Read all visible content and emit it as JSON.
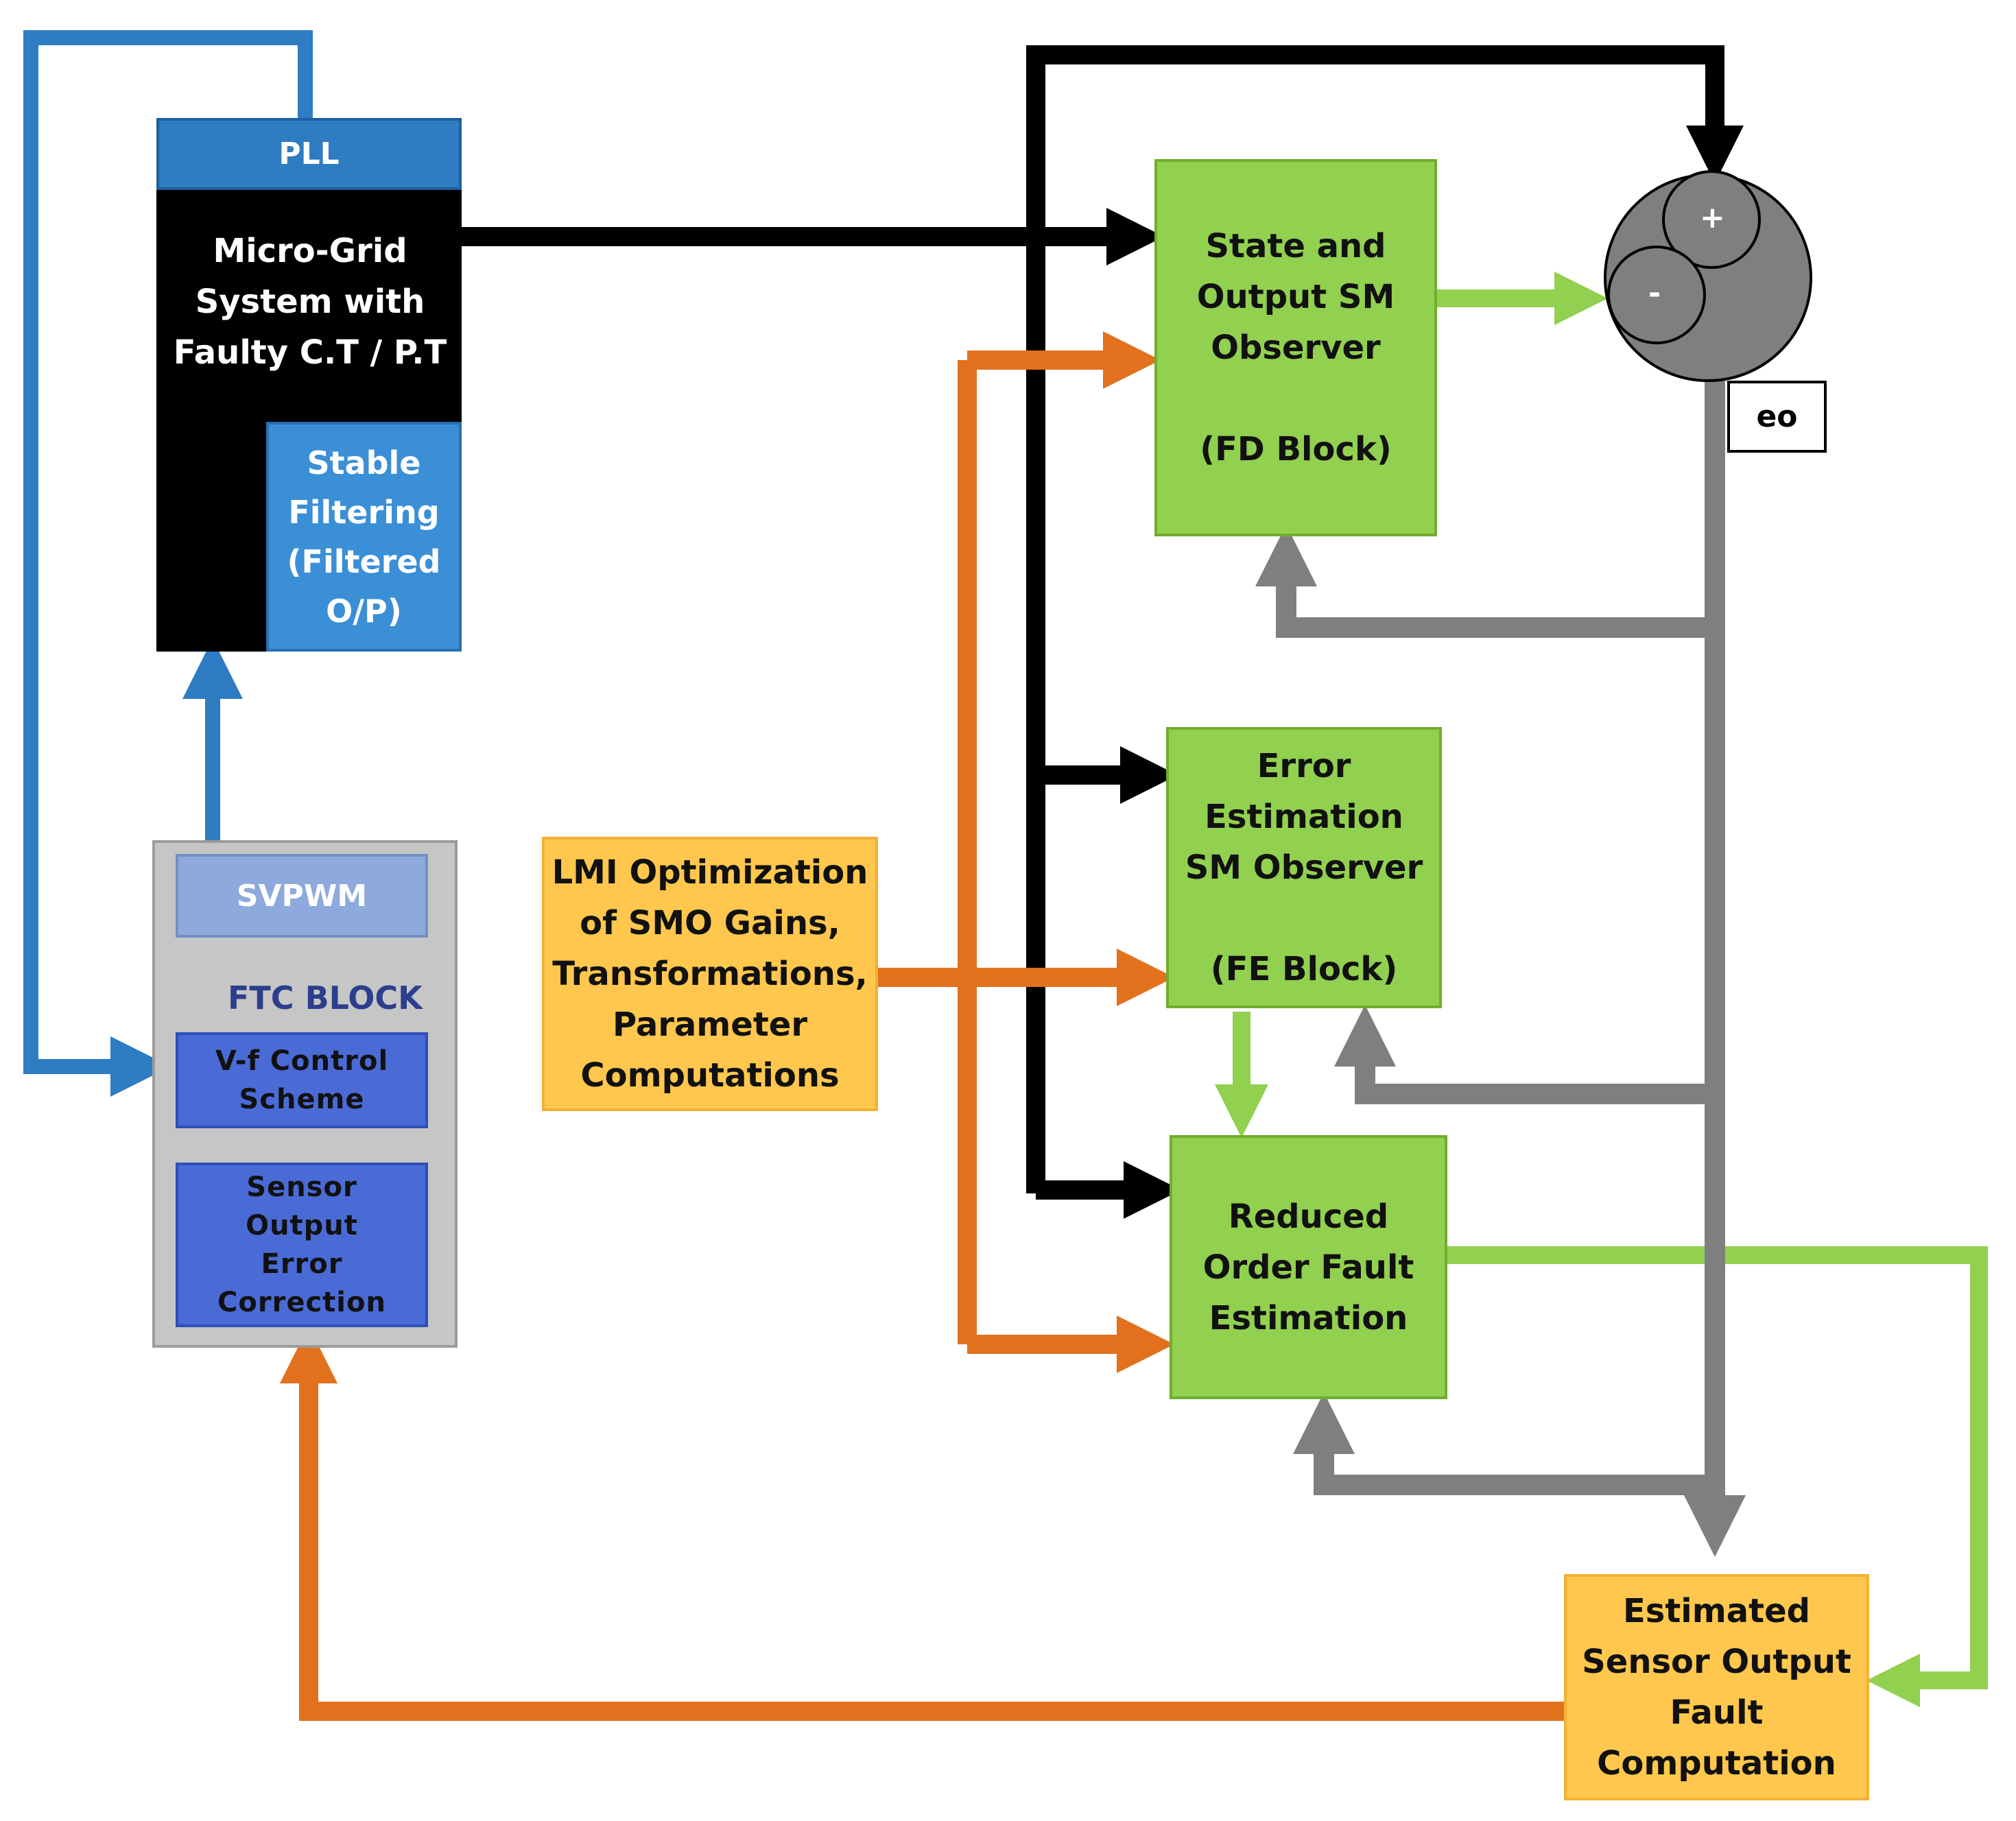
{
  "blocks": {
    "pll": "PLL",
    "microgrid": "Micro-Grid\nSystem with\nFaulty C.T / P.T",
    "stable_filtering": "Stable\nFiltering\n(Filtered\nO/P)",
    "svpwm": "SVPWM",
    "ftc_block": "FTC BLOCK",
    "vf_control": "V-f Control\nScheme",
    "sensor_correction": "Sensor\nOutput\nError\nCorrection",
    "lmi": "LMI Optimization\nof SMO Gains,\nTransformations,\nParameter\nComputations",
    "fd_block": "State and\nOutput SM\nObserver\n\n(FD Block)",
    "fe_block": "Error\nEstimation\nSM Observer\n\n(FE Block)",
    "rofe": "Reduced\nOrder Fault\nEstimation",
    "esofc": "Estimated\nSensor Output\nFault\nComputation"
  },
  "summing_junction": {
    "plus": "+",
    "minus": "-"
  },
  "signal_label": "eo",
  "colors": {
    "blue_line": "#2e7cc2",
    "black_line": "#000000",
    "orange_line": "#e2711d",
    "green_line": "#92d050",
    "gray_line": "#7f7f7f"
  }
}
